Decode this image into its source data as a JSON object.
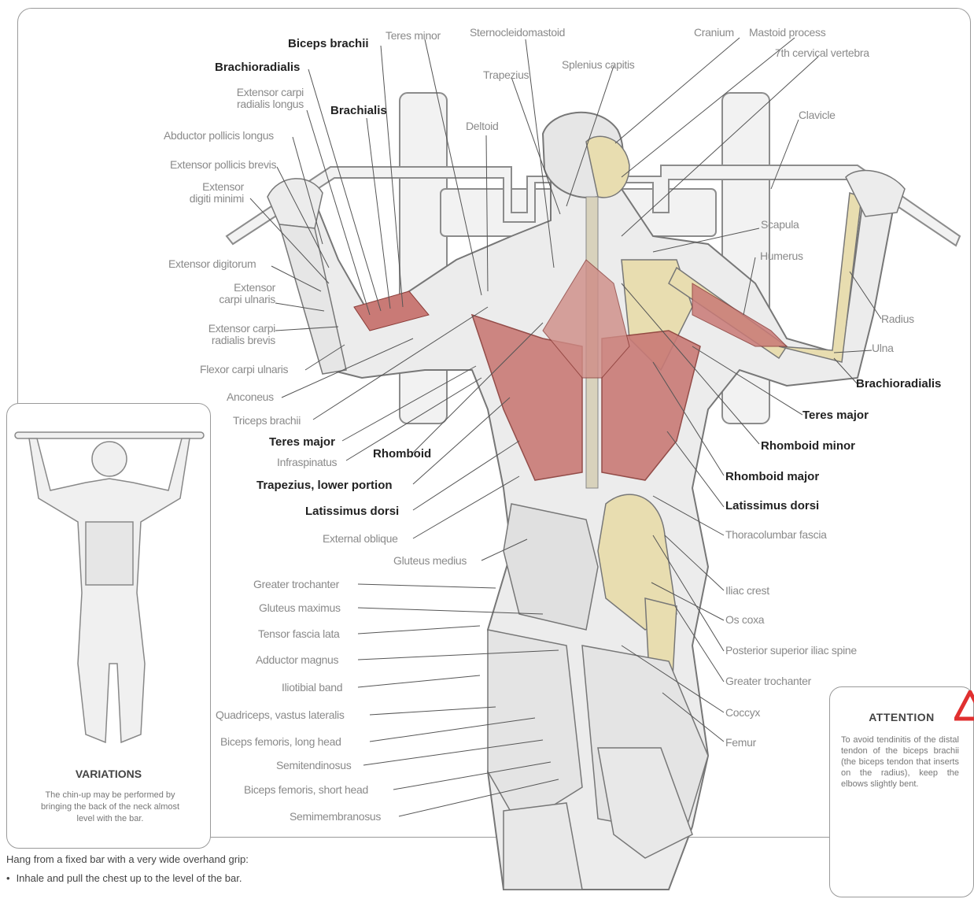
{
  "labels": {
    "biceps_brachii_top": "Biceps brachii",
    "teres_minor": "Teres minor",
    "sternocleidomastoid": "Sternocleidomastoid",
    "cranium": "Cranium",
    "mastoid_process": "Mastoid process",
    "seventh_cervical": "7th cervical vertebra",
    "brachioradialis_left": "Brachioradialis",
    "trapezius": "Trapezius",
    "splenius_capitis": "Splenius capitis",
    "ext_carpi_rad_longus": "Extensor carpi\nradialis longus",
    "brachialis": "Brachialis",
    "clavicle": "Clavicle",
    "deltoid": "Deltoid",
    "abductor_pollicis_longus": "Abductor pollicis longus",
    "ext_pollicis_brevis": "Extensor pollicis brevis",
    "ext_digiti_minimi": "Extensor\ndigiti minimi",
    "scapula": "Scapula",
    "humerus": "Humerus",
    "ext_digitorum": "Extensor digitorum",
    "ext_carpi_ulnaris": "Extensor\ncarpi ulnaris",
    "ext_carpi_rad_brevis": "Extensor carpi\nradialis brevis",
    "radius": "Radius",
    "ulna": "Ulna",
    "flexor_carpi_ulnaris": "Flexor carpi ulnaris",
    "brachioradialis_right": "Brachioradialis",
    "anconeus": "Anconeus",
    "triceps_brachii": "Triceps brachii",
    "teres_major_right": "Teres major",
    "teres_major_left": "Teres major",
    "infraspinatus": "Infraspinatus",
    "rhomboid": "Rhomboid",
    "rhomboid_minor": "Rhomboid minor",
    "rhomboid_major": "Rhomboid major",
    "trapezius_lower": "Trapezius, lower portion",
    "latissimus_left": "Latissimus dorsi",
    "latissimus_right": "Latissimus dorsi",
    "external_oblique": "External oblique",
    "thoracolumbar": "Thoracolumbar fascia",
    "gluteus_medius": "Gluteus medius",
    "greater_trochanter_left": "Greater trochanter",
    "iliac_crest": "Iliac crest",
    "gluteus_maximus": "Gluteus maximus",
    "os_coxa": "Os coxa",
    "tensor_fascia_lata": "Tensor fascia lata",
    "posterior_iliac_spine": "Posterior superior iliac spine",
    "adductor_magnus": "Adductor magnus",
    "greater_trochanter_right": "Greater trochanter",
    "iliotibial_band": "Iliotibial band",
    "coccyx": "Coccyx",
    "quadriceps": "Quadriceps, vastus lateralis",
    "femur": "Femur",
    "biceps_femoris_long": "Biceps femoris, long head",
    "semitendinosus": "Semitendinosus",
    "biceps_femoris_short": "Biceps femoris, short head",
    "semimembranosus": "Semimembranosus"
  },
  "variations": {
    "title": "VARIATIONS",
    "text": "The chin-up may be performed by bringing the back of the neck almost level with the bar."
  },
  "attention": {
    "title": "ATTENTION",
    "text": "To avoid tendinitis of the distal tendon of the biceps brachii (the biceps tendon that inserts on the radius), keep the elbows slightly bent."
  },
  "instructions": {
    "line1": "Hang from a fixed bar with a very wide overhand grip:",
    "bullet": "•",
    "line2": "Inhale and pull the chest up to the level of the bar."
  },
  "colors": {
    "muscle": "#c97a76",
    "muscle_dark": "#a8524d",
    "bone": "#e8ddb0",
    "body": "#efefef",
    "outline": "#777777",
    "frame": "#9a9a9a",
    "alert": "#e03030"
  }
}
